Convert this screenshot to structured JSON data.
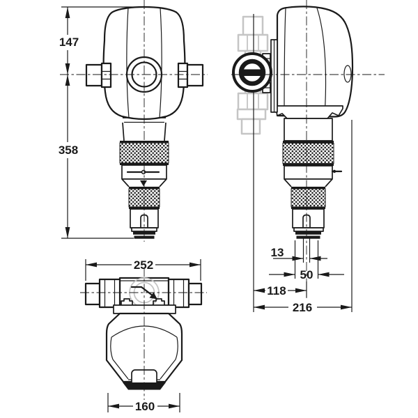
{
  "drawing": {
    "colors": {
      "line": "#1a1a1a",
      "accessory_gray": "#c5c5c5",
      "background": "#ffffff"
    },
    "views": {
      "front": {
        "dimensions": {
          "upper_height": "147",
          "lower_height": "358"
        }
      },
      "side": {
        "dimensions": {
          "drain_pipe_width": "13",
          "bottom_connector_width": "50",
          "pipe_axis_offset": "118",
          "total_depth": "216"
        }
      },
      "top": {
        "dimensions": {
          "overall_width": "252",
          "bowl_width": "160"
        }
      }
    }
  }
}
